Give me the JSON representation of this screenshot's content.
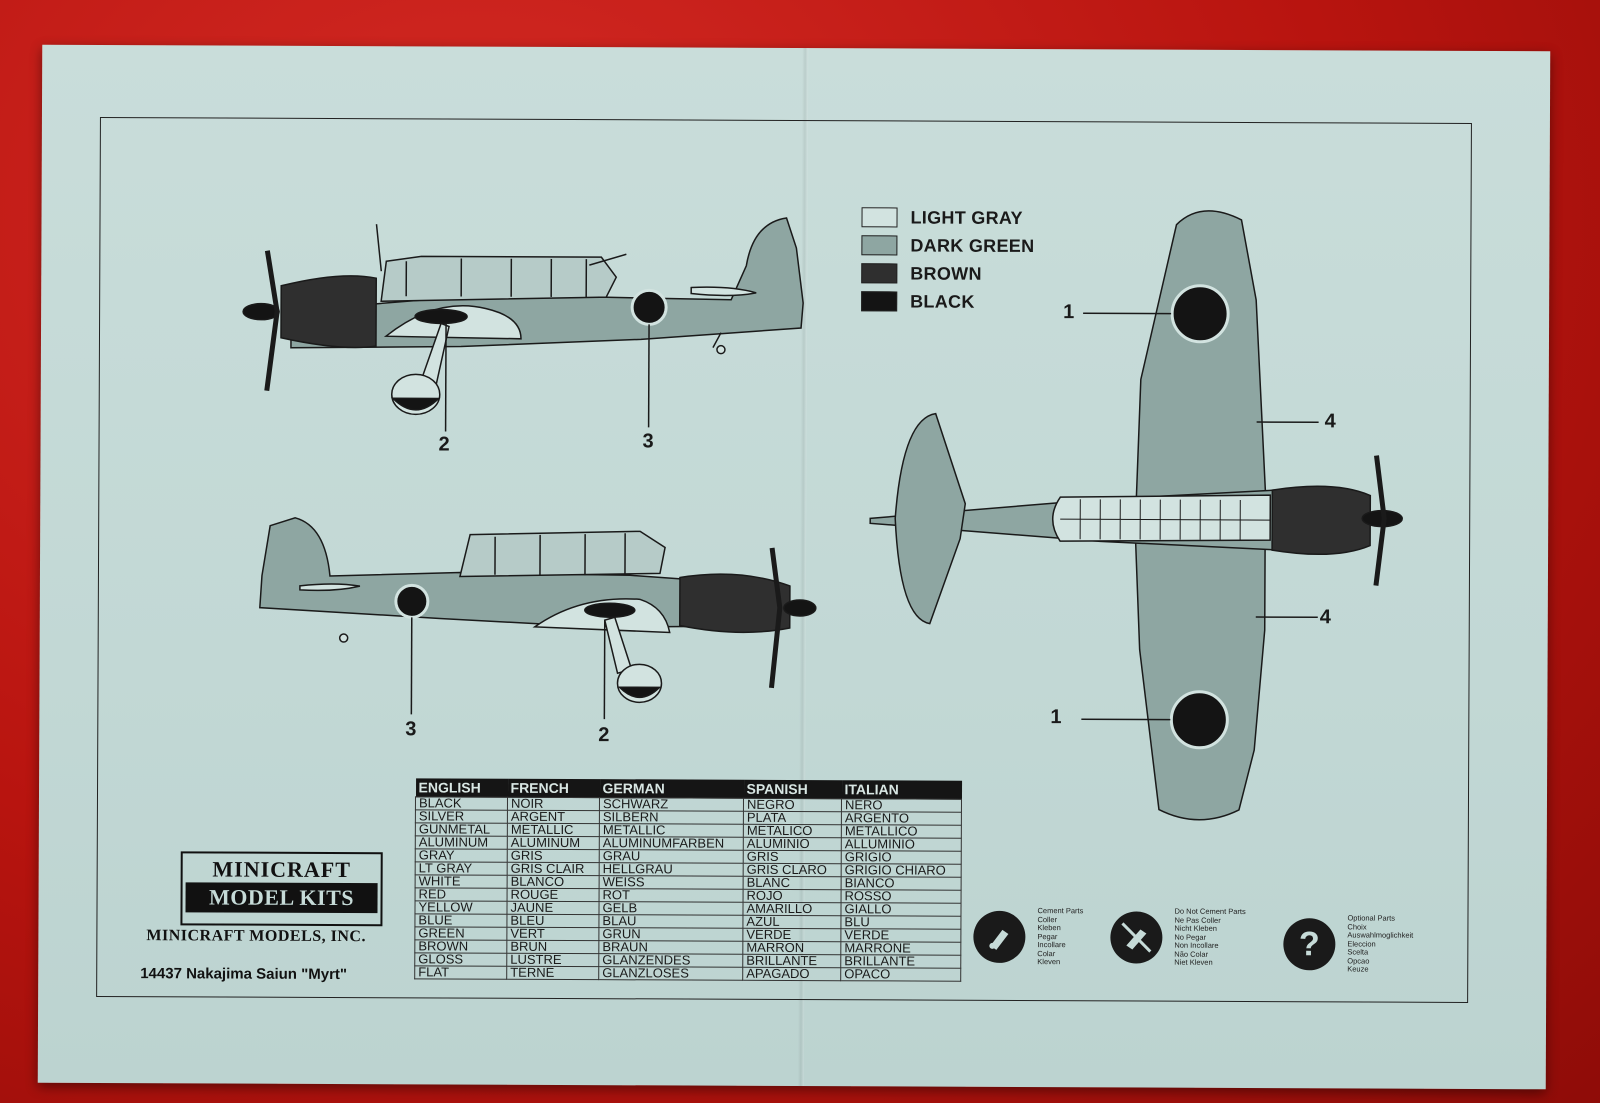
{
  "legend": [
    {
      "label": "LIGHT GRAY",
      "color": "#d2e3e0"
    },
    {
      "label": "DARK GREEN",
      "color": "#8ea6a2"
    },
    {
      "label": "BROWN",
      "color": "#2f2f2f"
    },
    {
      "label": "BLACK",
      "color": "#141414"
    }
  ],
  "callouts": {
    "side_top_2": "2",
    "side_top_3": "3",
    "side_bot_3": "3",
    "side_bot_2": "2",
    "plan_1a": "1",
    "plan_4a": "4",
    "plan_4b": "4",
    "plan_1b": "1"
  },
  "brand": {
    "top": "MINICRAFT",
    "bottom": "MODEL KITS"
  },
  "company": "MINICRAFT MODELS, INC.",
  "kit_name": "14437 Nakajima Saiun \"Myrt\"",
  "color_table": {
    "headers": [
      "ENGLISH",
      "FRENCH",
      "GERMAN",
      "SPANISH",
      "ITALIAN"
    ],
    "rows": [
      [
        "BLACK",
        "NOIR",
        "SCHWARZ",
        "NEGRO",
        "NERO"
      ],
      [
        "SILVER",
        "ARGENT",
        "SILBERN",
        "PLATA",
        "ARGENTO"
      ],
      [
        "GUNMETAL",
        "METALLIC",
        "METALLIC",
        "METALICO",
        "METALLICO"
      ],
      [
        "ALUMINUM",
        "ALUMINUM",
        "ALUMINUMFARBEN",
        "ALUMINIO",
        "ALLUMINIO"
      ],
      [
        "GRAY",
        "GRIS",
        "GRAU",
        "GRIS",
        "GRIGIO"
      ],
      [
        "LT GRAY",
        "GRIS CLAIR",
        "HELLGRAU",
        "GRIS CLARO",
        "GRIGIO CHIARO"
      ],
      [
        "WHITE",
        "BLANCO",
        "WEISS",
        "BLANC",
        "BIANCO"
      ],
      [
        "RED",
        "ROUGE",
        "ROT",
        "ROJO",
        "ROSSO"
      ],
      [
        "YELLOW",
        "JAUNE",
        "GELB",
        "AMARILLO",
        "GIALLO"
      ],
      [
        "BLUE",
        "BLEU",
        "BLAU",
        "AZUL",
        "BLU"
      ],
      [
        "GREEN",
        "VERT",
        "GRUN",
        "VERDE",
        "VERDE"
      ],
      [
        "BROWN",
        "BRUN",
        "BRAUN",
        "MARRON",
        "MARRONE"
      ],
      [
        "GLOSS",
        "LUSTRE",
        "GLANZENDES",
        "BRILLANTE",
        "BRILLANTE"
      ],
      [
        "FLAT",
        "TERNE",
        "GLANZLOSES",
        "APAGADO",
        "OPACO"
      ]
    ]
  },
  "symbols": [
    {
      "icon": "cement-tube-icon",
      "lines": [
        "Cement Parts",
        "Coller",
        "Kleben",
        "Pegar",
        "Incollare",
        "Colar",
        "Kleven"
      ]
    },
    {
      "icon": "no-cement-icon",
      "lines": [
        "Do Not Cement Parts",
        "Ne Pas Coller",
        "Nicht Kleben",
        "No Pegar",
        "Non Incollare",
        "Não Colar",
        "Niet Kleven"
      ]
    },
    {
      "icon": "question-mark-icon",
      "glyph": "?",
      "lines": [
        "Optional Parts",
        "Choix",
        "Auswahlmoglichkeit",
        "Eleccion",
        "Scelta",
        "Opcao",
        "Keuze"
      ]
    }
  ]
}
